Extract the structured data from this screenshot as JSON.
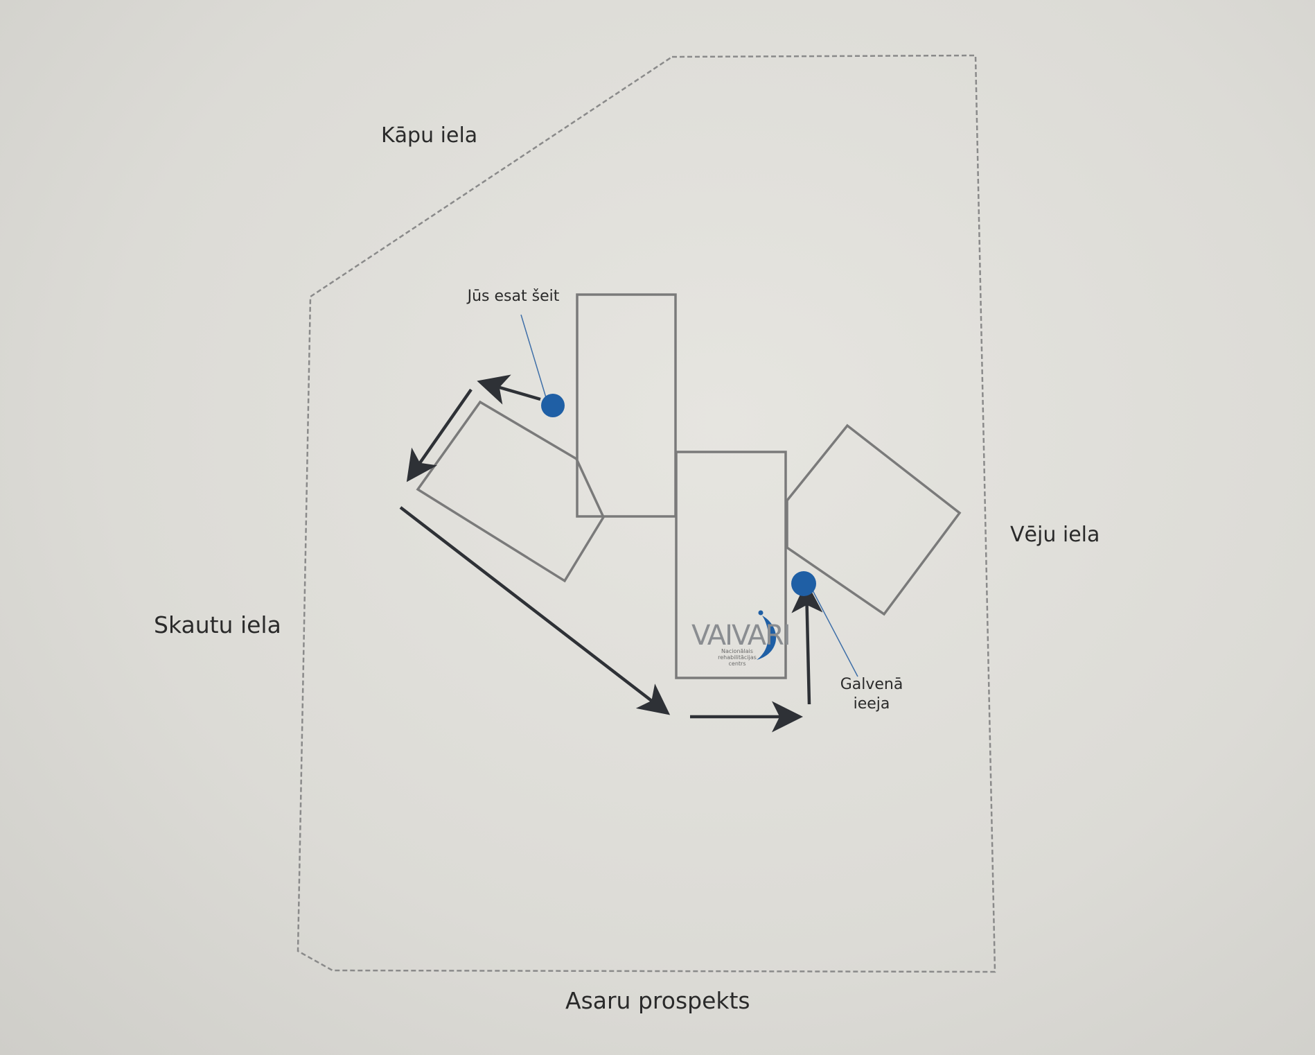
{
  "streets": {
    "north": "Kāpu iela",
    "east": "Vēju iela",
    "west": "Skautu iela",
    "south": "Asaru prospekts"
  },
  "markers": {
    "you_are_here": "Jūs esat šeit",
    "main_entrance_line1": "Galvenā",
    "main_entrance_line2": "ieeja"
  },
  "logo": {
    "name": "VAIVARI",
    "subtitle_line1": "Nacionālais",
    "subtitle_line2": "rehabilitācijas",
    "subtitle_line3": "centrs"
  },
  "colors": {
    "marker": "#1f5fa5",
    "building_stroke": "#7a7a7a",
    "arrow": "#2e3136",
    "boundary": "#8a8a8a"
  }
}
